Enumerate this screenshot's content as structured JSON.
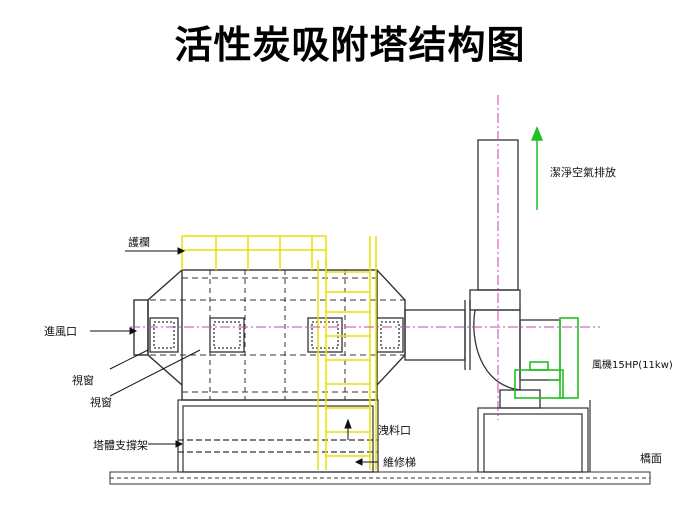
{
  "title": "活性炭吸附塔结构图",
  "labels": {
    "guardrail": "護欄",
    "inlet": "進風口",
    "window_1": "視窗",
    "window_2": "視窗",
    "support": "塔體支撐架",
    "discharge": "洩料口",
    "ladder": "維修梯",
    "exhaust": "潔淨空氣排放",
    "fan": "風機15HP(11kw)",
    "ground": "橋面"
  },
  "colors": {
    "line": "#333333",
    "dash": "#444444",
    "yellow": "#e8e000",
    "green": "#22c022",
    "pink": "#cc44aa"
  }
}
